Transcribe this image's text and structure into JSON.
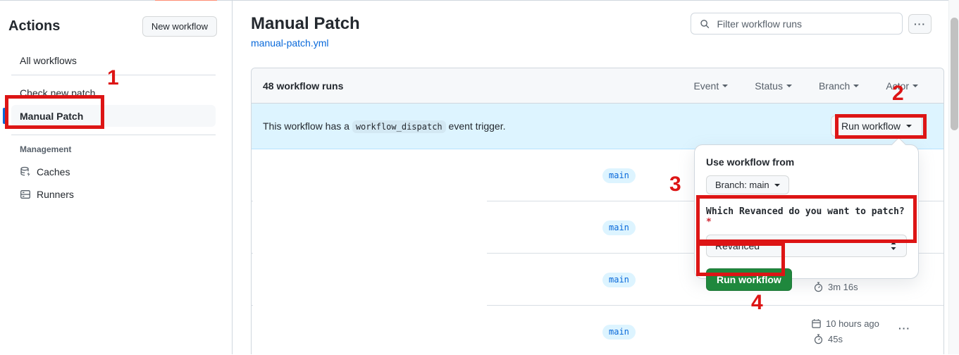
{
  "sidebar": {
    "title": "Actions",
    "new_workflow_button": "New workflow",
    "items": [
      {
        "label": "All workflows"
      },
      {
        "label": "Check new patch"
      },
      {
        "label": "Manual Patch",
        "active": true
      }
    ],
    "management": {
      "label": "Management",
      "items": [
        {
          "label": "Caches",
          "icon": "cache-database-icon"
        },
        {
          "label": "Runners",
          "icon": "runners-icon"
        }
      ]
    }
  },
  "header": {
    "title": "Manual Patch",
    "workflow_file": "manual-patch.yml",
    "search_placeholder": "Filter workflow runs",
    "more_button": "···"
  },
  "card": {
    "runs_count": "48 workflow runs",
    "filters": [
      {
        "label": "Event"
      },
      {
        "label": "Status"
      },
      {
        "label": "Branch"
      },
      {
        "label": "Actor"
      }
    ],
    "banner": {
      "text_before": "This workflow has a",
      "code": "workflow_dispatch",
      "text_after": "event trigger.",
      "run_button": "Run workflow"
    }
  },
  "rows": [
    {
      "branch": "main"
    },
    {
      "branch": "main"
    },
    {
      "branch": "main",
      "duration": "3m 16s"
    },
    {
      "branch": "main",
      "date": "10 hours ago",
      "duration": "45s",
      "more": "···"
    }
  ],
  "panel": {
    "heading": "Use workflow from",
    "branch_selector": "Branch: main",
    "question": "Which Revanced do you want to patch?",
    "required_marker": "*",
    "select_value": "Revanced",
    "run_button": "Run workflow"
  },
  "annotations": {
    "step1": "1",
    "step2": "2",
    "step3": "3",
    "step4": "4"
  },
  "colors": {
    "annotation_red": "#dd1515",
    "banner_blue": "#ddf4ff",
    "badge_blue": "#0969da",
    "green": "#1f883d",
    "salmon_accent": "#fd8c73"
  }
}
